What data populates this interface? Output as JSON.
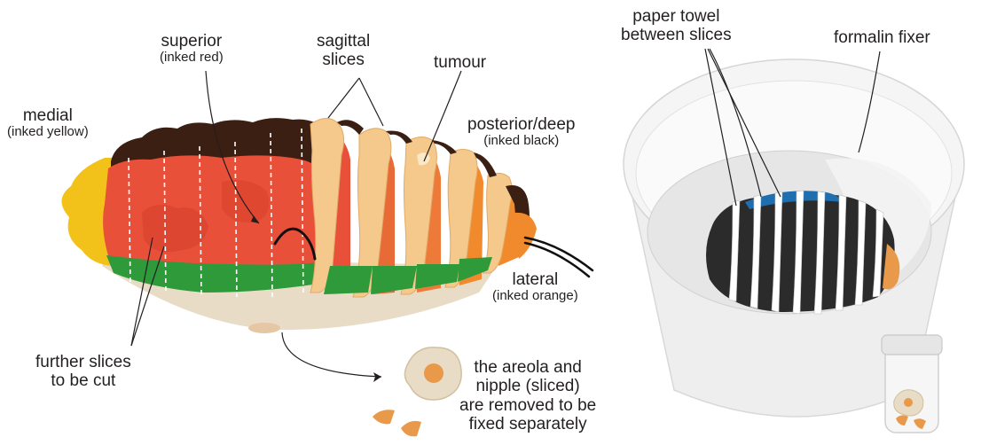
{
  "labels": {
    "superior": {
      "name": "superior",
      "note": "(inked red)"
    },
    "sagittal": {
      "line1": "sagittal",
      "line2": "slices"
    },
    "tumour": "tumour",
    "medial": {
      "name": "medial",
      "note": "(inked yellow)"
    },
    "posterior": {
      "name": "posterior/deep",
      "note": "(inked black)"
    },
    "lateral": {
      "name": "lateral",
      "note": "(inked orange)"
    },
    "further": {
      "line1": "further slices",
      "line2": "to be cut"
    },
    "areola": {
      "line1": "the areola and",
      "line2": "nipple (sliced)",
      "line3": "are removed to be",
      "line4": "fixed separately"
    },
    "paper_towel": {
      "line1": "paper towel",
      "line2": "between slices"
    },
    "formalin": "formalin fixer"
  },
  "colors": {
    "superior_ink": "#e8503a",
    "medial_ink": "#f2c21b",
    "posterior_ink": "#3b1f12",
    "lateral_ink": "#f08a2c",
    "inferior_band": "#2e9a3a",
    "skin": "#e8dcc6",
    "slice_face": "#f4c98b",
    "container": "#f2f2f2",
    "sample_dark": "#2b2b2b",
    "sample_top": "#1f6fb0"
  }
}
